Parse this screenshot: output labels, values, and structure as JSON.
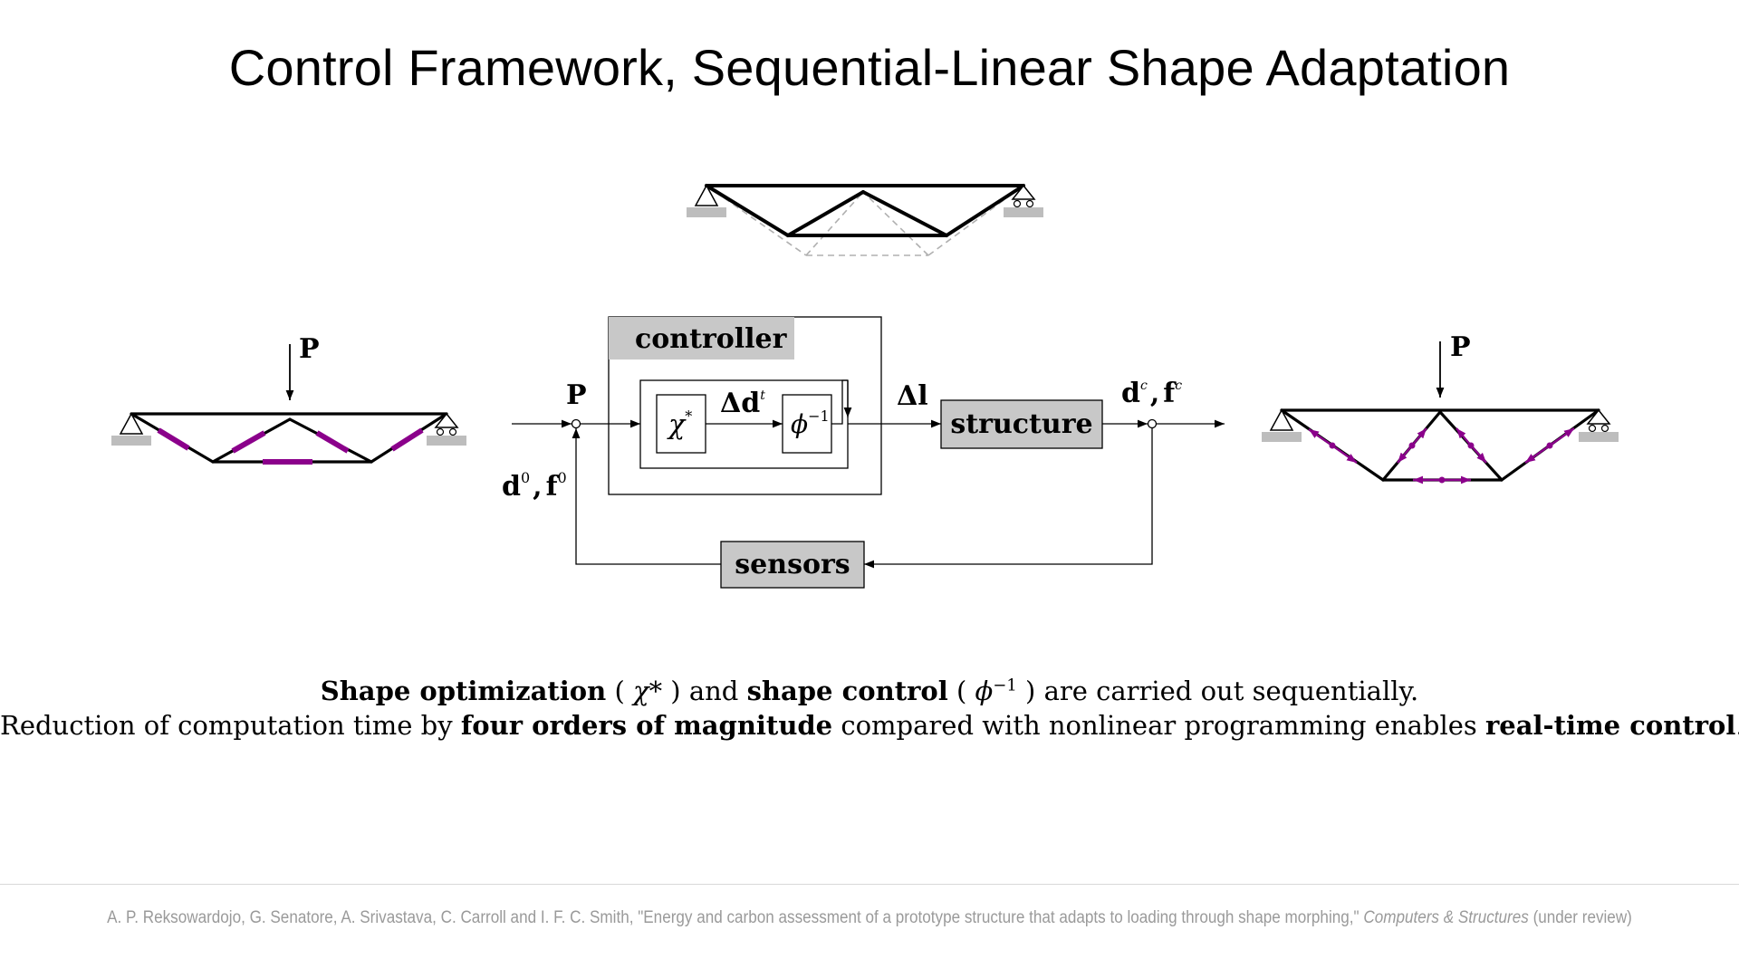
{
  "slide": {
    "title": "Control Framework, Sequential-Linear Shape Adaptation"
  },
  "diagram": {
    "blocks": {
      "controller": "controller",
      "structure": "structure",
      "sensors": "sensors",
      "optimizer_symbol": "χ",
      "optimizer_superscript": "*",
      "inverse_symbol": "ϕ",
      "inverse_superscript": "−1"
    },
    "signals": {
      "load_input": "P",
      "delta_d_symbol": "Δd",
      "delta_d_superscript": "t",
      "delta_l": "Δl",
      "output_d": "d",
      "output_f": "f",
      "output_superscript": "c",
      "initial_d": "d",
      "initial_f": "f",
      "initial_superscript": "0",
      "comma": ","
    },
    "trusses": {
      "left_load_label": "P",
      "right_load_label": "P"
    },
    "colors": {
      "actuator": "#8b008b",
      "block_fill": "#c8c8c8",
      "support_base": "#bdbdbd",
      "dashed_reference": "#b0b0b0"
    }
  },
  "summary": {
    "line1": {
      "bold1": "Shape optimization",
      "paren1_open": " ( ",
      "symbol1": "χ*",
      "paren1_close": " ) and ",
      "bold2": "shape control",
      "paren2_open": " ( ",
      "symbol2": "ϕ",
      "symbol2_sup": "−1",
      "rest": " ) are carried out sequentially."
    },
    "line2": {
      "text1": "Reduction of computation time by ",
      "bold1": "four orders of magnitude",
      "text2": " compared with nonlinear programming enables ",
      "bold2": "real-time control",
      "text3": "."
    }
  },
  "footer": {
    "authors": "A. P. Reksowardojo, G. Senatore, A. Srivastava, C. Carroll and  I. F. C. Smith, \"Energy and carbon assessment of a prototype structure that adapts to loading through shape morphing,\" ",
    "journal": "Computers & Structures",
    "status": " (under review)"
  }
}
